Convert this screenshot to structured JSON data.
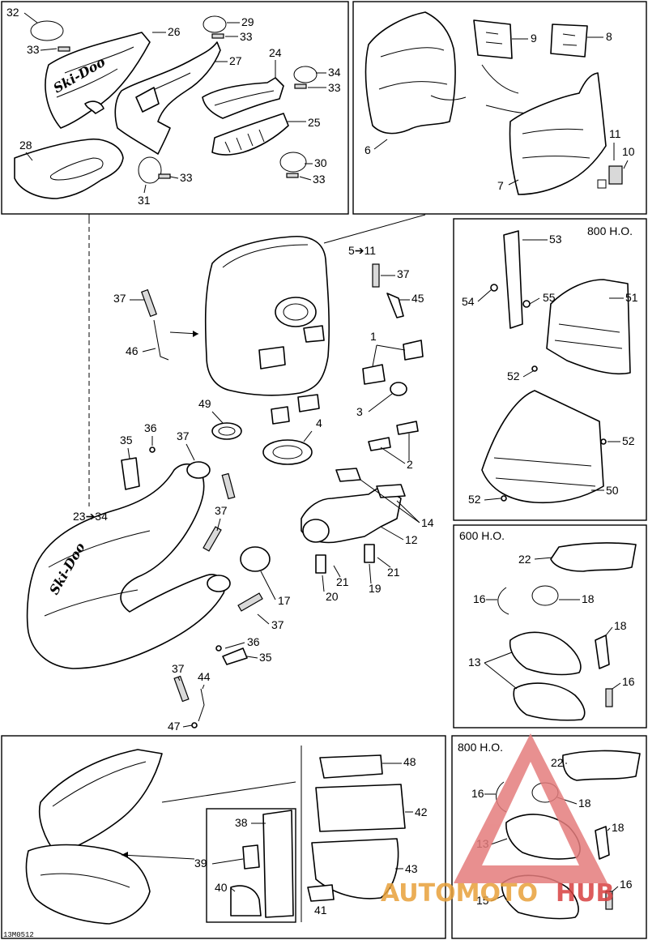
{
  "diagram_id": "13M0512",
  "brand_mark": "Ski-Doo",
  "panels": {
    "p800_upper": "800 H.O.",
    "p600": "600 H.O.",
    "p800_lower": "800 H.O."
  },
  "callouts": {
    "c1": "1",
    "c2": "2",
    "c3": "3",
    "c4": "4",
    "c5": "5➔11",
    "c6": "6",
    "c7": "7",
    "c8": "8",
    "c9": "9",
    "c10": "10",
    "c11": "11",
    "c12": "12",
    "c13": "13",
    "c14": "14",
    "c15": "15",
    "c16": "16",
    "c17": "17",
    "c18": "18",
    "c19": "19",
    "c20": "20",
    "c21": "21",
    "c22": "22",
    "c23": "23➔34",
    "c24": "24",
    "c25": "25",
    "c26": "26",
    "c27": "27",
    "c28": "28",
    "c29": "29",
    "c30": "30",
    "c31": "31",
    "c32": "32",
    "c33": "33",
    "c34": "34",
    "c35": "35",
    "c36": "36",
    "c37": "37",
    "c38": "38",
    "c39": "39",
    "c40": "40",
    "c41": "41",
    "c42": "42",
    "c43": "43",
    "c44": "44",
    "c45": "45",
    "c46": "46",
    "c47": "47",
    "c48": "48",
    "c49": "49",
    "c50": "50",
    "c51": "51",
    "c52": "52",
    "c53": "53",
    "c54": "54",
    "c55": "55"
  },
  "watermark": {
    "part1": "AUTOMOTO",
    "part2": "HUB",
    "color_main": "#e8a13a",
    "color_accent": "#d84040"
  }
}
